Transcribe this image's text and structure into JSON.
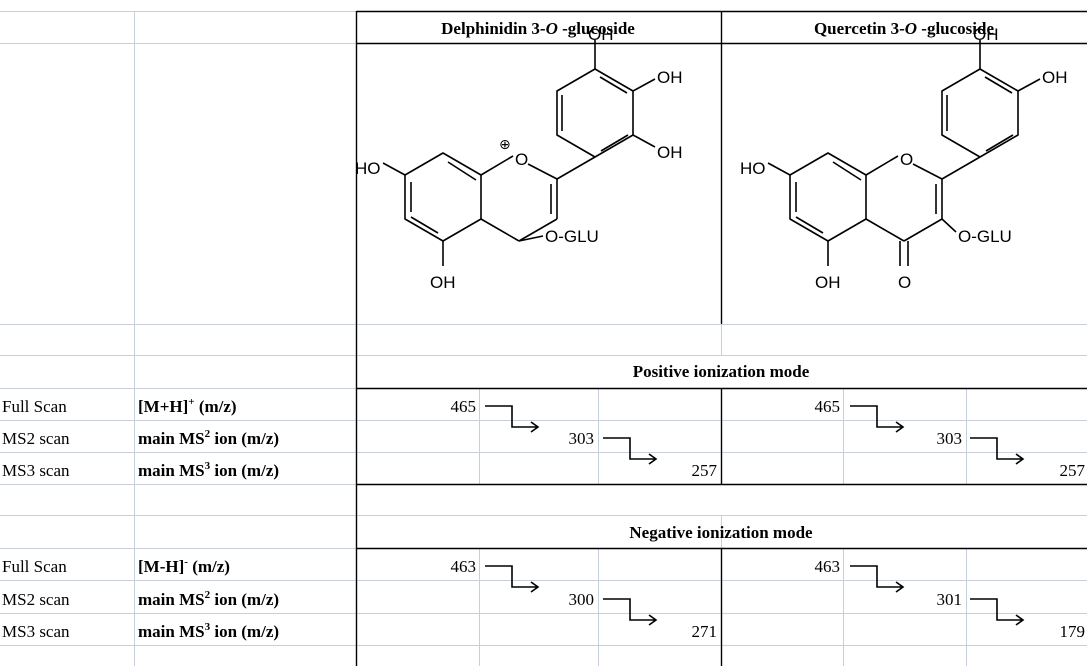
{
  "compounds": [
    {
      "name_prefix": "Delphinidin 3-",
      "name_italic": "O",
      "name_suffix": " -glucoside",
      "structure": {
        "labels": {
          "oh_top": "OH",
          "oh_right": "OH",
          "oh_lower_right": "OH",
          "ho_left": "HO",
          "oh_bottom": "OH",
          "o_glu": "O-GLU",
          "ring_o": "O",
          "charge": "⊕"
        }
      }
    },
    {
      "name_prefix": "Quercetin 3-",
      "name_italic": "O",
      "name_suffix": " -glucoside",
      "structure": {
        "labels": {
          "oh_top": "OH",
          "oh_right": "OH",
          "ho_left": "HO",
          "oh_bottom": "OH",
          "o_glu": "O-GLU",
          "ring_o": "O",
          "keto_o": "O"
        }
      }
    }
  ],
  "sections": [
    {
      "mode": "Positive ionization mode",
      "rows": [
        {
          "scan": "Full Scan",
          "ion_main": "[M+H]",
          "ion_sup": "+",
          "ion_suffix": " (m/z)"
        },
        {
          "scan": "MS2 scan",
          "ion_main": "main MS",
          "ion_sup": "2",
          "ion_suffix": " ion (m/z)"
        },
        {
          "scan": "MS3 scan",
          "ion_main": "main MS",
          "ion_sup": "3",
          "ion_suffix": " ion (m/z)"
        }
      ],
      "values": [
        [
          "465",
          "303",
          "257"
        ],
        [
          "465",
          "303",
          "257"
        ]
      ]
    },
    {
      "mode": "Negative ionization mode",
      "rows": [
        {
          "scan": "Full Scan",
          "ion_main": "[M-H]",
          "ion_sup": "-",
          "ion_suffix": " (m/z)"
        },
        {
          "scan": "MS2 scan",
          "ion_main": "main MS",
          "ion_sup": "2",
          "ion_suffix": " ion (m/z)"
        },
        {
          "scan": "MS3 scan",
          "ion_main": "main MS",
          "ion_sup": "3",
          "ion_suffix": " ion (m/z)"
        }
      ],
      "values": [
        [
          "463",
          "300",
          "271"
        ],
        [
          "463",
          "301",
          "179"
        ]
      ]
    }
  ],
  "colors": {
    "grid": "#c7cfdb",
    "border": "#000000",
    "header_bg": "#ffffff"
  }
}
